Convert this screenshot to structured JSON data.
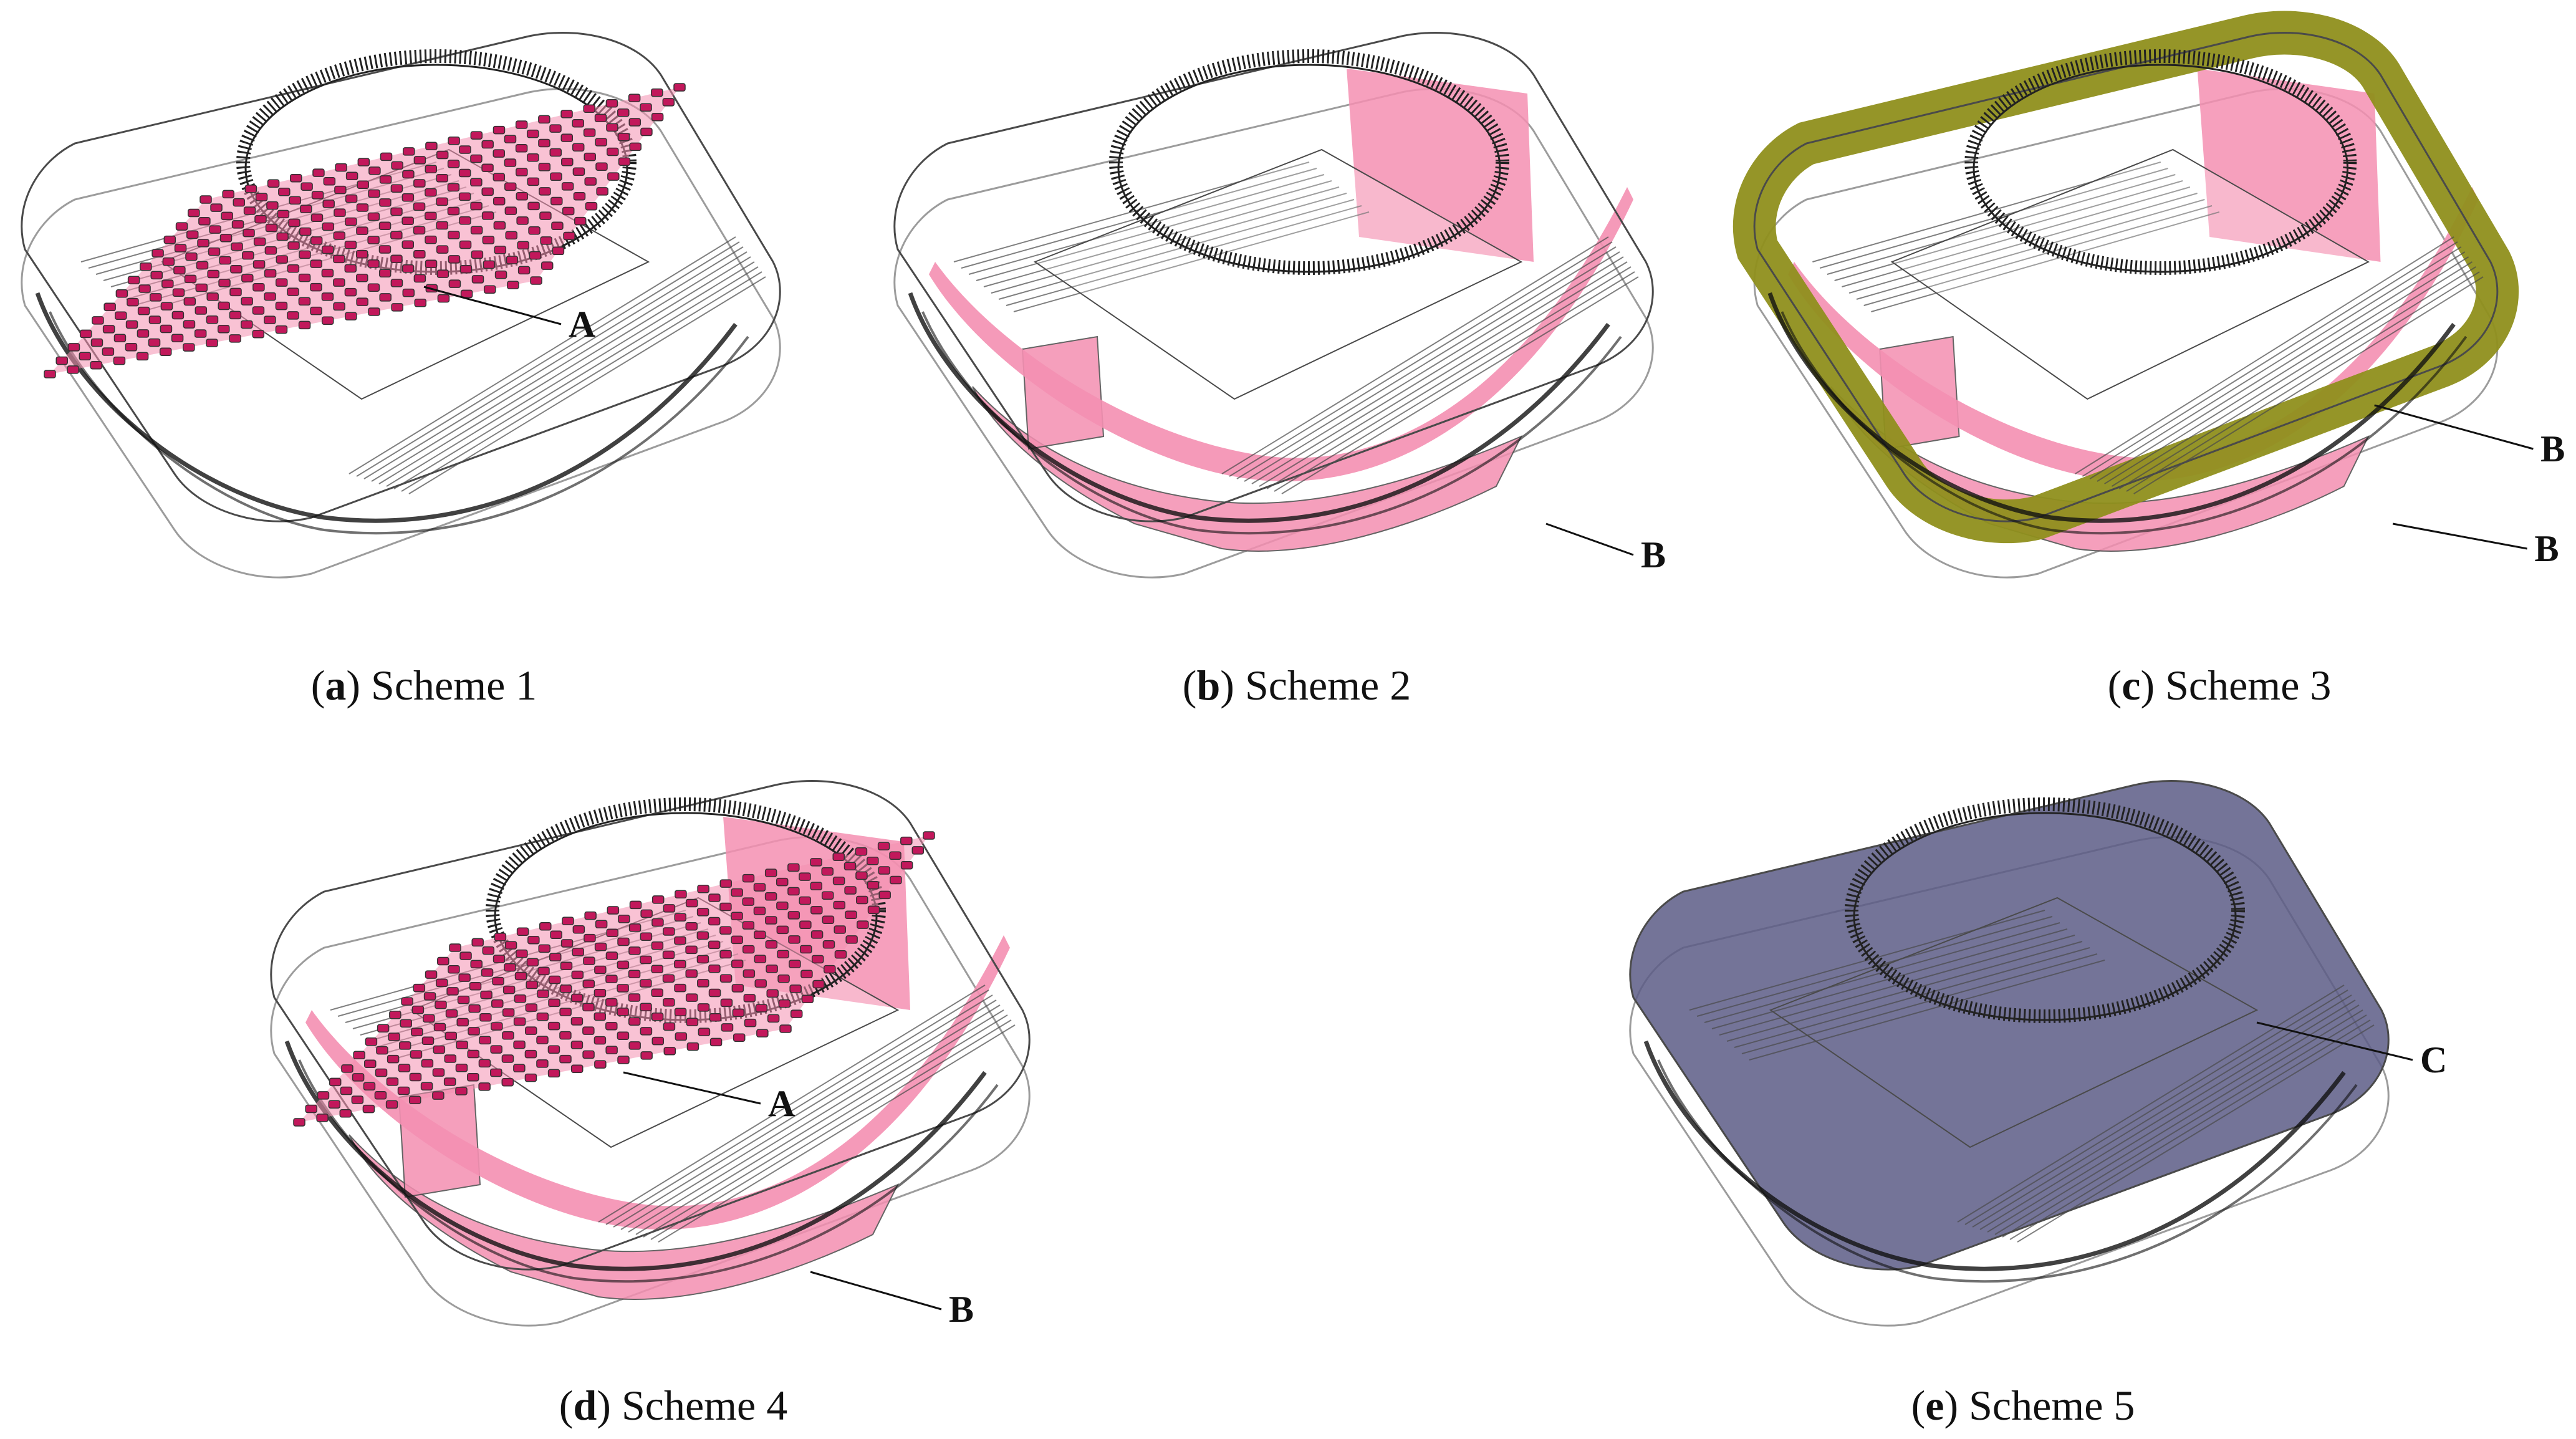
{
  "panels": [
    {
      "letter": "a",
      "caption": "Scheme 1",
      "callouts": [
        "A"
      ],
      "zones": [
        "A"
      ]
    },
    {
      "letter": "b",
      "caption": "Scheme 2",
      "callouts": [
        "B"
      ],
      "zones": [
        "B"
      ]
    },
    {
      "letter": "c",
      "caption": "Scheme 3",
      "callouts": [
        "B",
        "B"
      ],
      "zones": [
        "B",
        "band"
      ]
    },
    {
      "letter": "d",
      "caption": "Scheme 4",
      "callouts": [
        "A",
        "B"
      ],
      "zones": [
        "A",
        "B"
      ]
    },
    {
      "letter": "e",
      "caption": "Scheme 5",
      "callouts": [
        "C"
      ],
      "zones": [
        "C"
      ]
    }
  ],
  "colors": {
    "outline": "#4a4a4a",
    "pink_zone": "#f48fb1",
    "grid_cells": "#c2185b",
    "olive_band": "#8f8f1c",
    "roof_cover": "#5c5c86"
  }
}
